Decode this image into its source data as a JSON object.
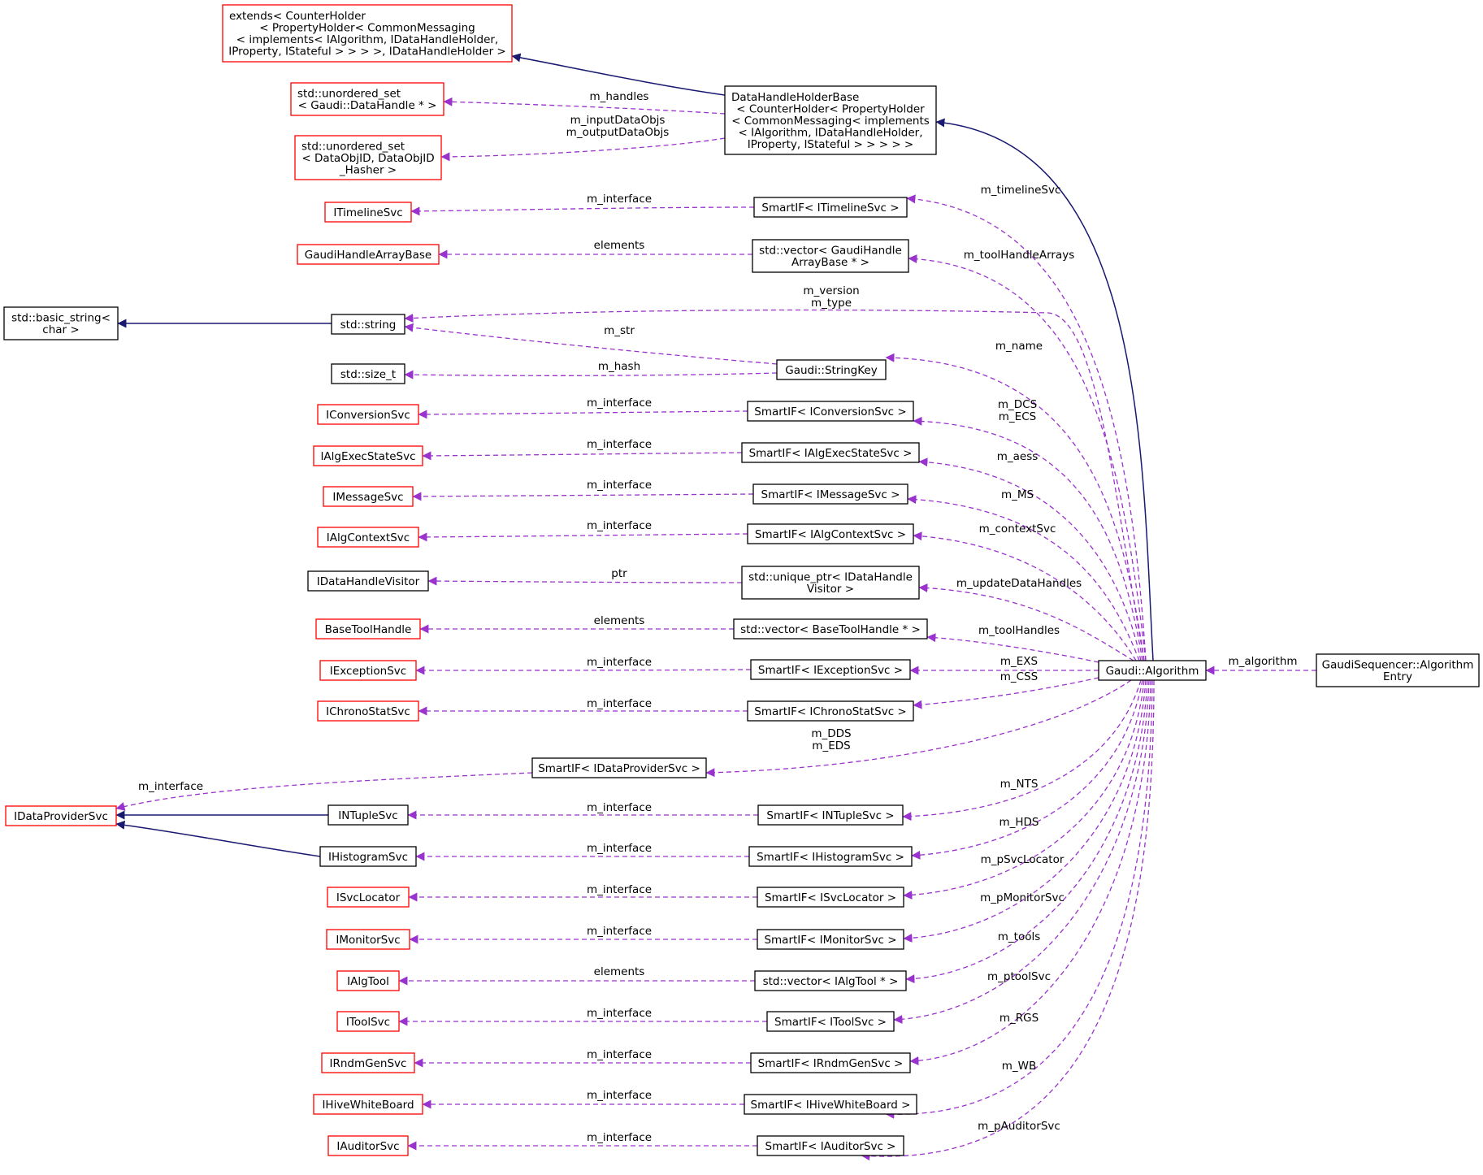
{
  "colors": {
    "inherit_edge": "#191970",
    "usage_edge": "#9a32cd",
    "border_black": "#000000",
    "border_red": "#ff0000",
    "root_fill": "#bfbfbf"
  },
  "nodes": [
    {
      "id": "extends",
      "lines": [
        "extends< CounterHolder",
        "< PropertyHolder< CommonMessaging",
        "< implements< IAlgorithm, IDataHandleHolder,",
        "IProperty, IStateful > > > >, IDataHandleHolder >"
      ],
      "border": "red",
      "align": "start"
    },
    {
      "id": "dhhb",
      "lines": [
        "DataHandleHolderBase",
        "< CounterHolder< PropertyHolder",
        "< CommonMessaging< implements",
        "< IAlgorithm, IDataHandleHolder,",
        "IProperty, IStateful > > > > >"
      ],
      "border": "black",
      "align": "start"
    },
    {
      "id": "uset_dh",
      "lines": [
        "std::unordered_set",
        "< Gaudi::DataHandle * >"
      ],
      "border": "red",
      "align": "start"
    },
    {
      "id": "uset_obj",
      "lines": [
        "std::unordered_set",
        "< DataObjID, DataObjID",
        "_Hasher >"
      ],
      "border": "red",
      "align": "start"
    },
    {
      "id": "itimeline",
      "lines": [
        "ITimelineSvc"
      ],
      "border": "red"
    },
    {
      "id": "sif_timeline",
      "lines": [
        "SmartIF< ITimelineSvc >"
      ],
      "border": "black"
    },
    {
      "id": "ghab",
      "lines": [
        "GaudiHandleArrayBase"
      ],
      "border": "red"
    },
    {
      "id": "vec_ghab",
      "lines": [
        "std::vector< GaudiHandle",
        "ArrayBase * >"
      ],
      "border": "black"
    },
    {
      "id": "basic_string",
      "lines": [
        "std::basic_string<",
        "char >"
      ],
      "border": "black"
    },
    {
      "id": "string",
      "lines": [
        "std::string"
      ],
      "border": "black"
    },
    {
      "id": "stringkey",
      "lines": [
        "Gaudi::StringKey"
      ],
      "border": "black"
    },
    {
      "id": "size_t",
      "lines": [
        "std::size_t"
      ],
      "border": "black"
    },
    {
      "id": "iconv",
      "lines": [
        "IConversionSvc"
      ],
      "border": "red"
    },
    {
      "id": "sif_conv",
      "lines": [
        "SmartIF< IConversionSvc >"
      ],
      "border": "black"
    },
    {
      "id": "iaes",
      "lines": [
        "IAlgExecStateSvc"
      ],
      "border": "red"
    },
    {
      "id": "sif_aes",
      "lines": [
        "SmartIF< IAlgExecStateSvc >"
      ],
      "border": "black"
    },
    {
      "id": "imsg",
      "lines": [
        "IMessageSvc"
      ],
      "border": "red"
    },
    {
      "id": "sif_msg",
      "lines": [
        "SmartIF< IMessageSvc >"
      ],
      "border": "black"
    },
    {
      "id": "iactx",
      "lines": [
        "IAlgContextSvc"
      ],
      "border": "red"
    },
    {
      "id": "sif_actx",
      "lines": [
        "SmartIF< IAlgContextSvc >"
      ],
      "border": "black"
    },
    {
      "id": "idhv",
      "lines": [
        "IDataHandleVisitor"
      ],
      "border": "black"
    },
    {
      "id": "uptr_dhv",
      "lines": [
        "std::unique_ptr< IDataHandle",
        "Visitor >"
      ],
      "border": "black"
    },
    {
      "id": "btool",
      "lines": [
        "BaseToolHandle"
      ],
      "border": "red"
    },
    {
      "id": "vec_btool",
      "lines": [
        "std::vector< BaseToolHandle * >"
      ],
      "border": "black"
    },
    {
      "id": "iexc",
      "lines": [
        "IExceptionSvc"
      ],
      "border": "red"
    },
    {
      "id": "sif_exc",
      "lines": [
        "SmartIF< IExceptionSvc >"
      ],
      "border": "black"
    },
    {
      "id": "ichrono",
      "lines": [
        "IChronoStatSvc"
      ],
      "border": "red"
    },
    {
      "id": "sif_chrono",
      "lines": [
        "SmartIF< IChronoStatSvc >"
      ],
      "border": "black"
    },
    {
      "id": "sif_dp",
      "lines": [
        "SmartIF< IDataProviderSvc >"
      ],
      "border": "black"
    },
    {
      "id": "idp",
      "lines": [
        "IDataProviderSvc"
      ],
      "border": "red"
    },
    {
      "id": "intuple",
      "lines": [
        "INTupleSvc"
      ],
      "border": "black"
    },
    {
      "id": "sif_ntuple",
      "lines": [
        "SmartIF< INTupleSvc >"
      ],
      "border": "black"
    },
    {
      "id": "ihist",
      "lines": [
        "IHistogramSvc"
      ],
      "border": "black"
    },
    {
      "id": "sif_hist",
      "lines": [
        "SmartIF< IHistogramSvc >"
      ],
      "border": "black"
    },
    {
      "id": "isvcloc",
      "lines": [
        "ISvcLocator"
      ],
      "border": "red"
    },
    {
      "id": "sif_svcloc",
      "lines": [
        "SmartIF< ISvcLocator >"
      ],
      "border": "black"
    },
    {
      "id": "imon",
      "lines": [
        "IMonitorSvc"
      ],
      "border": "red"
    },
    {
      "id": "sif_mon",
      "lines": [
        "SmartIF< IMonitorSvc >"
      ],
      "border": "black"
    },
    {
      "id": "ialgtool",
      "lines": [
        "IAlgTool"
      ],
      "border": "red"
    },
    {
      "id": "vec_algtool",
      "lines": [
        "std::vector< IAlgTool * >"
      ],
      "border": "black"
    },
    {
      "id": "itoolsvc",
      "lines": [
        "IToolSvc"
      ],
      "border": "red"
    },
    {
      "id": "sif_toolsvc",
      "lines": [
        "SmartIF< IToolSvc >"
      ],
      "border": "black"
    },
    {
      "id": "irndm",
      "lines": [
        "IRndmGenSvc"
      ],
      "border": "red"
    },
    {
      "id": "sif_rndm",
      "lines": [
        "SmartIF< IRndmGenSvc >"
      ],
      "border": "black"
    },
    {
      "id": "ihwb",
      "lines": [
        "IHiveWhiteBoard"
      ],
      "border": "red"
    },
    {
      "id": "sif_hwb",
      "lines": [
        "SmartIF< IHiveWhiteBoard >"
      ],
      "border": "black"
    },
    {
      "id": "iaud",
      "lines": [
        "IAuditorSvc"
      ],
      "border": "red"
    },
    {
      "id": "sif_aud",
      "lines": [
        "SmartIF< IAuditorSvc >"
      ],
      "border": "black"
    },
    {
      "id": "algorithm",
      "lines": [
        "Gaudi::Algorithm"
      ],
      "border": "black"
    },
    {
      "id": "seq_entry",
      "lines": [
        "GaudiSequencer::Algorithm",
        "Entry"
      ],
      "border": "black",
      "fill": "root"
    }
  ],
  "edges": [
    {
      "from": "dhhb",
      "to": "extends",
      "kind": "inherit",
      "labels": []
    },
    {
      "from": "algorithm",
      "to": "dhhb",
      "kind": "inherit",
      "labels": []
    },
    {
      "from": "string",
      "to": "basic_string",
      "kind": "inherit",
      "labels": []
    },
    {
      "from": "intuple",
      "to": "idp",
      "kind": "inherit",
      "labels": []
    },
    {
      "from": "ihist",
      "to": "idp",
      "kind": "inherit",
      "labels": []
    },
    {
      "from": "dhhb",
      "to": "uset_dh",
      "kind": "usage",
      "labels": [
        "m_handles"
      ]
    },
    {
      "from": "dhhb",
      "to": "uset_obj",
      "kind": "usage",
      "labels": [
        "m_inputDataObjs",
        "m_outputDataObjs"
      ]
    },
    {
      "from": "sif_timeline",
      "to": "itimeline",
      "kind": "usage",
      "labels": [
        "m_interface"
      ]
    },
    {
      "from": "vec_ghab",
      "to": "ghab",
      "kind": "usage",
      "labels": [
        "elements"
      ]
    },
    {
      "from": "stringkey",
      "to": "string",
      "kind": "usage",
      "labels": [
        "m_str"
      ]
    },
    {
      "from": "stringkey",
      "to": "size_t",
      "kind": "usage",
      "labels": [
        "m_hash"
      ]
    },
    {
      "from": "sif_conv",
      "to": "iconv",
      "kind": "usage",
      "labels": [
        "m_interface"
      ]
    },
    {
      "from": "sif_aes",
      "to": "iaes",
      "kind": "usage",
      "labels": [
        "m_interface"
      ]
    },
    {
      "from": "sif_msg",
      "to": "imsg",
      "kind": "usage",
      "labels": [
        "m_interface"
      ]
    },
    {
      "from": "sif_actx",
      "to": "iactx",
      "kind": "usage",
      "labels": [
        "m_interface"
      ]
    },
    {
      "from": "uptr_dhv",
      "to": "idhv",
      "kind": "usage",
      "labels": [
        "ptr"
      ]
    },
    {
      "from": "vec_btool",
      "to": "btool",
      "kind": "usage",
      "labels": [
        "elements"
      ]
    },
    {
      "from": "sif_exc",
      "to": "iexc",
      "kind": "usage",
      "labels": [
        "m_interface"
      ]
    },
    {
      "from": "sif_chrono",
      "to": "ichrono",
      "kind": "usage",
      "labels": [
        "m_interface"
      ]
    },
    {
      "from": "sif_dp",
      "to": "idp",
      "kind": "usage",
      "labels": [
        "m_interface"
      ]
    },
    {
      "from": "sif_ntuple",
      "to": "intuple",
      "kind": "usage",
      "labels": [
        "m_interface"
      ]
    },
    {
      "from": "sif_hist",
      "to": "ihist",
      "kind": "usage",
      "labels": [
        "m_interface"
      ]
    },
    {
      "from": "sif_svcloc",
      "to": "isvcloc",
      "kind": "usage",
      "labels": [
        "m_interface"
      ]
    },
    {
      "from": "sif_mon",
      "to": "imon",
      "kind": "usage",
      "labels": [
        "m_interface"
      ]
    },
    {
      "from": "vec_algtool",
      "to": "ialgtool",
      "kind": "usage",
      "labels": [
        "elements"
      ]
    },
    {
      "from": "sif_toolsvc",
      "to": "itoolsvc",
      "kind": "usage",
      "labels": [
        "m_interface"
      ]
    },
    {
      "from": "sif_rndm",
      "to": "irndm",
      "kind": "usage",
      "labels": [
        "m_interface"
      ]
    },
    {
      "from": "sif_hwb",
      "to": "ihwb",
      "kind": "usage",
      "labels": [
        "m_interface"
      ]
    },
    {
      "from": "sif_aud",
      "to": "iaud",
      "kind": "usage",
      "labels": [
        "m_interface"
      ]
    },
    {
      "from": "algorithm",
      "to": "sif_timeline",
      "kind": "usage",
      "labels": [
        "m_timelineSvc"
      ]
    },
    {
      "from": "algorithm",
      "to": "vec_ghab",
      "kind": "usage",
      "labels": [
        "m_toolHandleArrays"
      ]
    },
    {
      "from": "algorithm",
      "to": "string",
      "kind": "usage",
      "labels": [
        "m_version",
        "m_type"
      ]
    },
    {
      "from": "algorithm",
      "to": "stringkey",
      "kind": "usage",
      "labels": [
        "m_name"
      ]
    },
    {
      "from": "algorithm",
      "to": "sif_conv",
      "kind": "usage",
      "labels": [
        "m_DCS",
        "m_ECS"
      ]
    },
    {
      "from": "algorithm",
      "to": "sif_aes",
      "kind": "usage",
      "labels": [
        "m_aess"
      ]
    },
    {
      "from": "algorithm",
      "to": "sif_msg",
      "kind": "usage",
      "labels": [
        "m_MS"
      ]
    },
    {
      "from": "algorithm",
      "to": "sif_actx",
      "kind": "usage",
      "labels": [
        "m_contextSvc"
      ]
    },
    {
      "from": "algorithm",
      "to": "uptr_dhv",
      "kind": "usage",
      "labels": [
        "m_updateDataHandles"
      ]
    },
    {
      "from": "algorithm",
      "to": "vec_btool",
      "kind": "usage",
      "labels": [
        "m_toolHandles"
      ]
    },
    {
      "from": "algorithm",
      "to": "sif_exc",
      "kind": "usage",
      "labels": [
        "m_EXS"
      ]
    },
    {
      "from": "algorithm",
      "to": "sif_chrono",
      "kind": "usage",
      "labels": [
        "m_CSS"
      ]
    },
    {
      "from": "algorithm",
      "to": "sif_dp",
      "kind": "usage",
      "labels": [
        "m_DDS",
        "m_EDS"
      ]
    },
    {
      "from": "algorithm",
      "to": "sif_ntuple",
      "kind": "usage",
      "labels": [
        "m_NTS"
      ]
    },
    {
      "from": "algorithm",
      "to": "sif_hist",
      "kind": "usage",
      "labels": [
        "m_HDS"
      ]
    },
    {
      "from": "algorithm",
      "to": "sif_svcloc",
      "kind": "usage",
      "labels": [
        "m_pSvcLocator"
      ]
    },
    {
      "from": "algorithm",
      "to": "sif_mon",
      "kind": "usage",
      "labels": [
        "m_pMonitorSvc"
      ]
    },
    {
      "from": "algorithm",
      "to": "vec_algtool",
      "kind": "usage",
      "labels": [
        "m_tools"
      ]
    },
    {
      "from": "algorithm",
      "to": "sif_toolsvc",
      "kind": "usage",
      "labels": [
        "m_ptoolSvc"
      ]
    },
    {
      "from": "algorithm",
      "to": "sif_rndm",
      "kind": "usage",
      "labels": [
        "m_RGS"
      ]
    },
    {
      "from": "algorithm",
      "to": "sif_hwb",
      "kind": "usage",
      "labels": [
        "m_WB"
      ]
    },
    {
      "from": "algorithm",
      "to": "sif_aud",
      "kind": "usage",
      "labels": [
        "m_pAuditorSvc"
      ]
    },
    {
      "from": "seq_entry",
      "to": "algorithm",
      "kind": "usage",
      "labels": [
        "m_algorithm"
      ]
    }
  ]
}
